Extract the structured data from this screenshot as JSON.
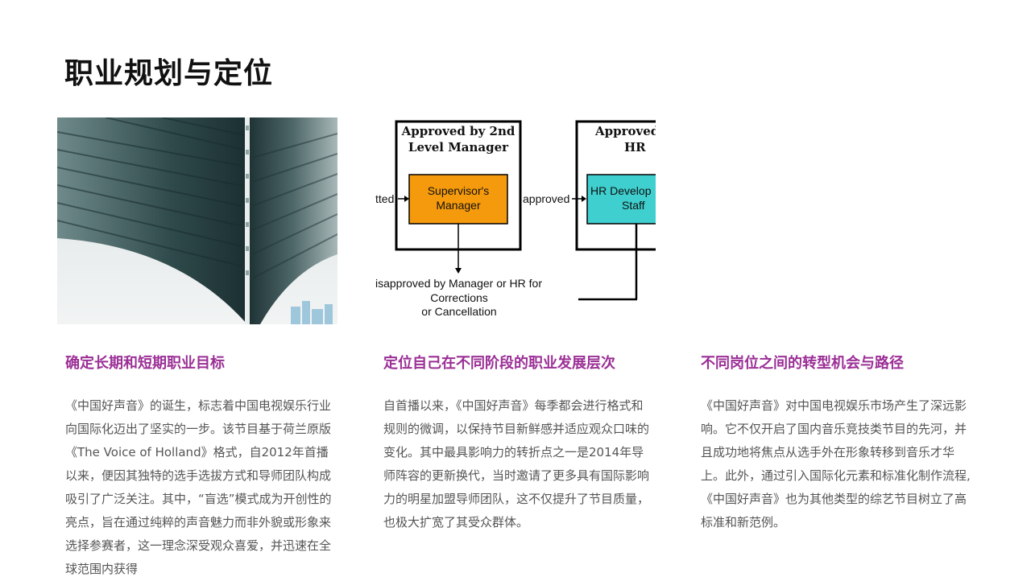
{
  "slide": {
    "title": "职业规划与定位"
  },
  "photo": {
    "icon": "bridge-underside-photo"
  },
  "diagram": {
    "box1_title_line1": "Approved by 2nd",
    "box1_title_line2": "Level Manager",
    "box2_title_line1": "Approved b",
    "box2_title_line2": "HR",
    "left_arrow_label": "tted",
    "node1_line1": "Supervisor's",
    "node1_line2": "Manager",
    "middle_arrow_label": "approved",
    "node2_line1": "HR Develop",
    "node2_line2": "Staff",
    "bottom_line1": "isapproved by Manager or HR for",
    "bottom_line2": "Corrections",
    "bottom_line3": "or Cancellation",
    "colors": {
      "node1_fill": "#f59a0c",
      "node2_fill": "#3ecfce"
    }
  },
  "columns": [
    {
      "heading": "确定长期和短期职业目标",
      "body": "《中国好声音》的诞生，标志着中国电视娱乐行业向国际化迈出了坚实的一步。该节目基于荷兰原版《The Voice of Holland》格式，自2012年首播以来，便因其独特的选手选拔方式和导师团队构成吸引了广泛关注。其中，“盲选”模式成为开创性的亮点，旨在通过纯粹的声音魅力而非外貌或形象来选择参赛者，这一理念深受观众喜爱，并迅速在全球范围内获得"
    },
    {
      "heading": "定位自己在不同阶段的职业发展层次",
      "body": "自首播以来，《中国好声音》每季都会进行格式和规则的微调，以保持节目新鲜感并适应观众口味的变化。其中最具影响力的转折点之一是2014年导师阵容的更新换代，当时邀请了更多具有国际影响力的明星加盟导师团队，这不仅提升了节目质量，也极大扩宽了其受众群体。"
    },
    {
      "heading": "不同岗位之间的转型机会与路径",
      "body": "《中国好声音》对中国电视娱乐市场产生了深远影响。它不仅开启了国内音乐竞技类节目的先河，并且成功地将焦点从选手外在形象转移到音乐才华上。此外，通过引入国际化元素和标准化制作流程,《中国好声音》也为其他类型的综艺节目树立了高标准和新范例。"
    }
  ]
}
